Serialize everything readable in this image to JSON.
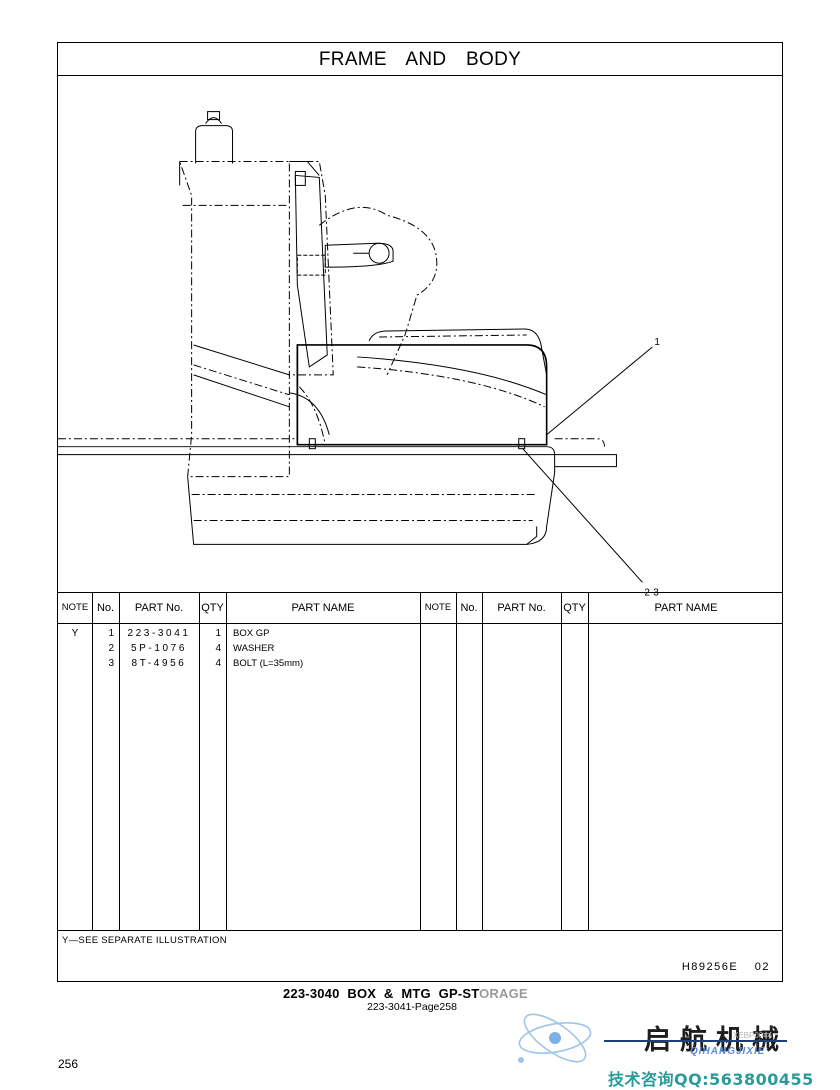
{
  "title": "FRAME AND BODY",
  "callouts": {
    "item1": "1",
    "item23": "2-3"
  },
  "table": {
    "headers": [
      "NOTE",
      "No.",
      "PART No.",
      "QTY",
      "PART NAME",
      "NOTE",
      "No.",
      "PART No.",
      "QTY",
      "PART NAME"
    ],
    "rows": [
      {
        "note": "Y",
        "no": "1",
        "part_no": "223-3041",
        "qty": "1",
        "name": "BOX GP"
      },
      {
        "note": "",
        "no": "2",
        "part_no": "5P-1076",
        "qty": "4",
        "name": "WASHER"
      },
      {
        "note": "",
        "no": "3",
        "part_no": "8T-4956",
        "qty": "4",
        "name": "BOLT (L=35mm)"
      }
    ]
  },
  "footnote": "Y—SEE SEPARATE ILLUSTRATION",
  "illustration_code": "H89256E 02",
  "caption": {
    "main": "223-3040 BOX & MTG GP-ST",
    "faded": "ORAGE"
  },
  "subcaption": "223-3041-Page258",
  "page_number": "256",
  "watermark": {
    "brand_cn": "启航机械",
    "brand_en": "QIHANGJIXIE",
    "ref": "XEBP0044",
    "contact": "技术咨询QQ:563800455",
    "accent_color": "#1f3e7a",
    "contact_color": "#2a9a9a"
  }
}
